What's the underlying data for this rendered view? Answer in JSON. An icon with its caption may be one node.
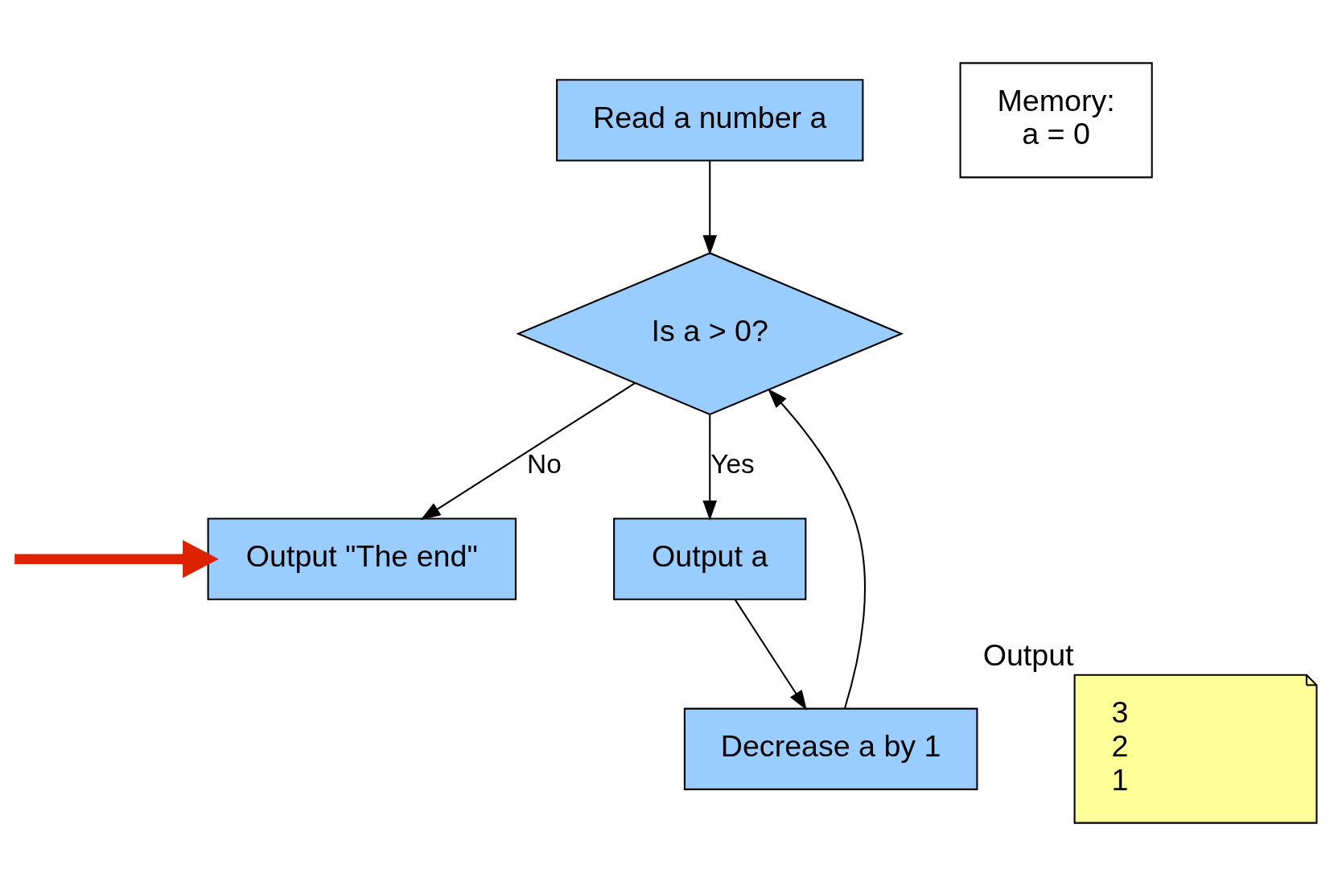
{
  "diagram": {
    "nodes": [
      {
        "text": [
          "Memory:",
          "a = 0"
        ]
      },
      {
        "text": [
          "Read a number a"
        ]
      },
      {
        "text": [
          "Is a > 0?"
        ]
      },
      {
        "text": [
          "Output \"The end\""
        ]
      },
      {
        "text": [
          "Output a"
        ]
      },
      {
        "text": [
          "Decrease a by 1"
        ]
      },
      {
        "text": [
          "Output",
          "3 2 1"
        ]
      }
    ],
    "edges": [
      {
        "from": 1,
        "to": 2,
        "arrow": "to"
      },
      {
        "from": 2,
        "to": 3,
        "arrow": "to",
        "label": "No"
      },
      {
        "from": 2,
        "to": 4,
        "arrow": "to",
        "label": "Yes"
      },
      {
        "from": 4,
        "to": 5,
        "arrow": "to"
      },
      {
        "from": 5,
        "to": 2,
        "arrow": "to"
      },
      {
        "from": null,
        "to": 3,
        "arrow": "to",
        "style": "thick",
        "color": "#dd2200"
      }
    ]
  }
}
